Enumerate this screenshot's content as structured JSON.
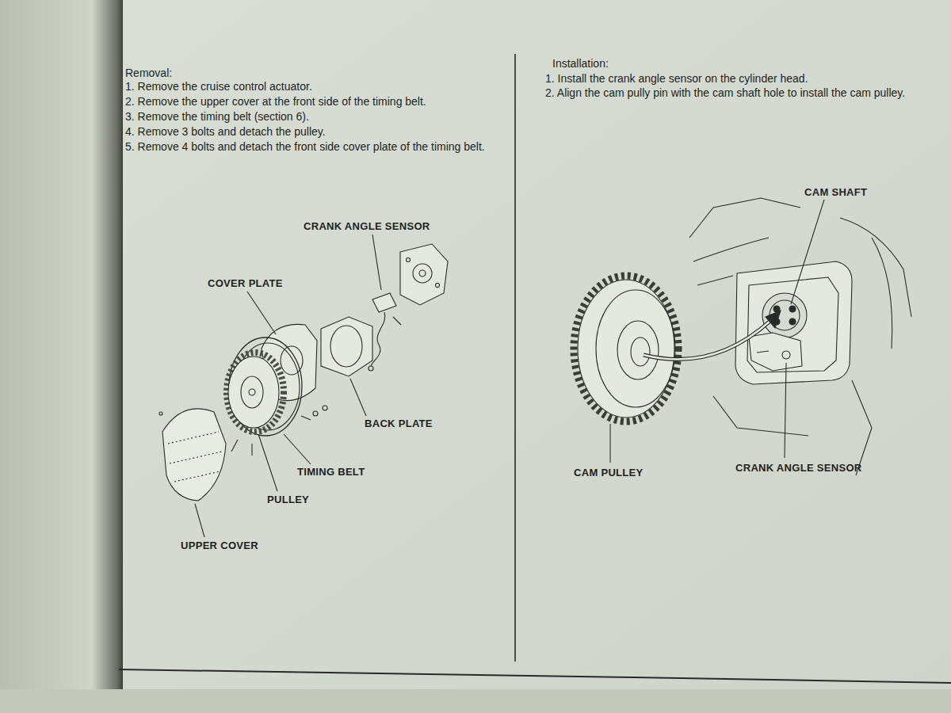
{
  "diagram": {
    "labels": [
      "Removal:",
      "1. Remove the cruise control actuator.",
      "2. Remove the upper cover at the front side of the timing belt.",
      "3. Remove the timing belt (section 6).",
      "4. Remove 3 bolts and detach the pulley.",
      "5. Remove 4 bolts and detach the front side cover plate of the timing belt.",
      "Installation:",
      "1. Install the crank angle sensor on the cylinder head.",
      "2. Align the cam pully pin with the cam shaft hole to install the cam pulley.",
      "CRANK ANGLE SENSOR",
      "COVER PLATE",
      "BACK PLATE",
      "TIMING BELT",
      "PULLEY",
      "UPPER COVER",
      "CAM SHAFT",
      "CAM PULLEY",
      "CRANK ANGLE SENSOR"
    ]
  }
}
